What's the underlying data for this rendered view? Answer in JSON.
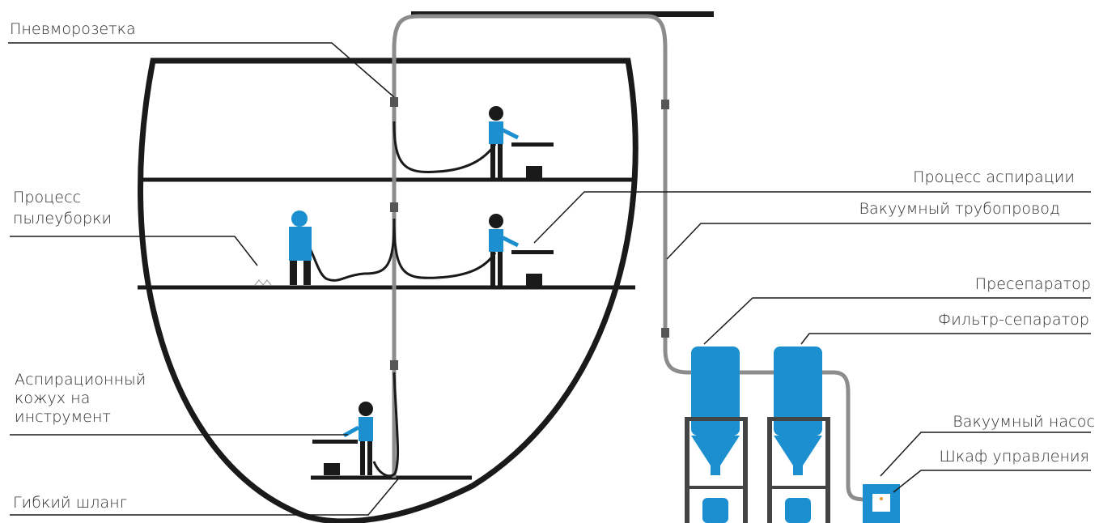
{
  "labels": {
    "pneumo_socket": "Пневморозетка",
    "dust_process_line1": "Процесс",
    "dust_process_line2": "пылеуборки",
    "aspiration_hood_line1": "Аспирационный",
    "aspiration_hood_line2": "кожух на",
    "aspiration_hood_line3": "инструмент",
    "flexible_hose": "Гибкий шланг",
    "aspiration_process": "Процесс аспирации",
    "vacuum_pipeline": "Вакуумный трубопровод",
    "preseparator": "Пресепаратор",
    "filter_separator": "Фильтр-сепаратор",
    "vacuum_pump": "Вакуумный насос",
    "control_cabinet": "Шкаф управления"
  },
  "colors": {
    "line": "#1a1a1a",
    "pipe": "#8c8c8c",
    "worker_blue": "#1b8fd0",
    "worker_dark": "#1a1a1a",
    "equipment_blue": "#1b8fd0",
    "text": "#2b2b2b"
  }
}
